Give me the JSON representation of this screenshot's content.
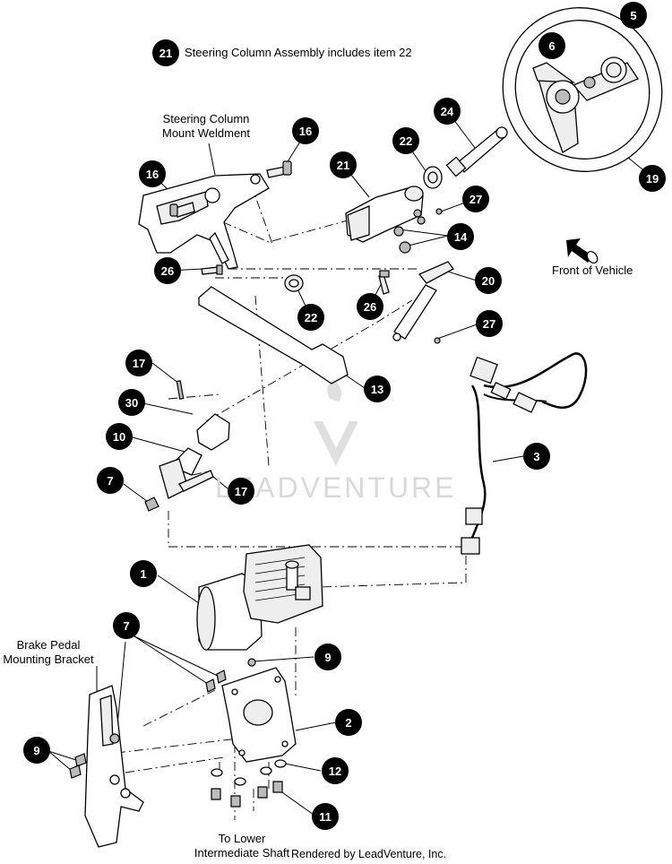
{
  "legend": {
    "number": "21",
    "text": "Steering Column Assembly includes item 22"
  },
  "labels": {
    "steering_mount": "Steering Column Mount Weldment",
    "steering_mount_l1": "Steering Column",
    "steering_mount_l2": "Mount Weldment",
    "front_of_vehicle": "Front of Vehicle",
    "brake_l1": "Brake Pedal",
    "brake_l2": "Mounting Bracket",
    "lower_l1": "To Lower",
    "lower_l2": "Intermediate Shaft",
    "credit": "Rendered by LeadVenture, Inc.",
    "watermark": "LEADVENTURE"
  },
  "callouts": {
    "c5": "5",
    "c6": "6",
    "c24": "24",
    "c22a": "22",
    "c19": "19",
    "c16a": "16",
    "c16b": "16",
    "c21": "21",
    "c27a": "27",
    "c14": "14",
    "c26a": "26",
    "c22b": "22",
    "c26b": "26",
    "c20": "20",
    "c27b": "27",
    "c13": "13",
    "c17a": "17",
    "c30": "30",
    "c10": "10",
    "c7a": "7",
    "c17b": "17",
    "c3": "3",
    "c1": "1",
    "c7b": "7",
    "c9a": "9",
    "c2": "2",
    "c9b": "9",
    "c12": "12",
    "c11": "11"
  }
}
